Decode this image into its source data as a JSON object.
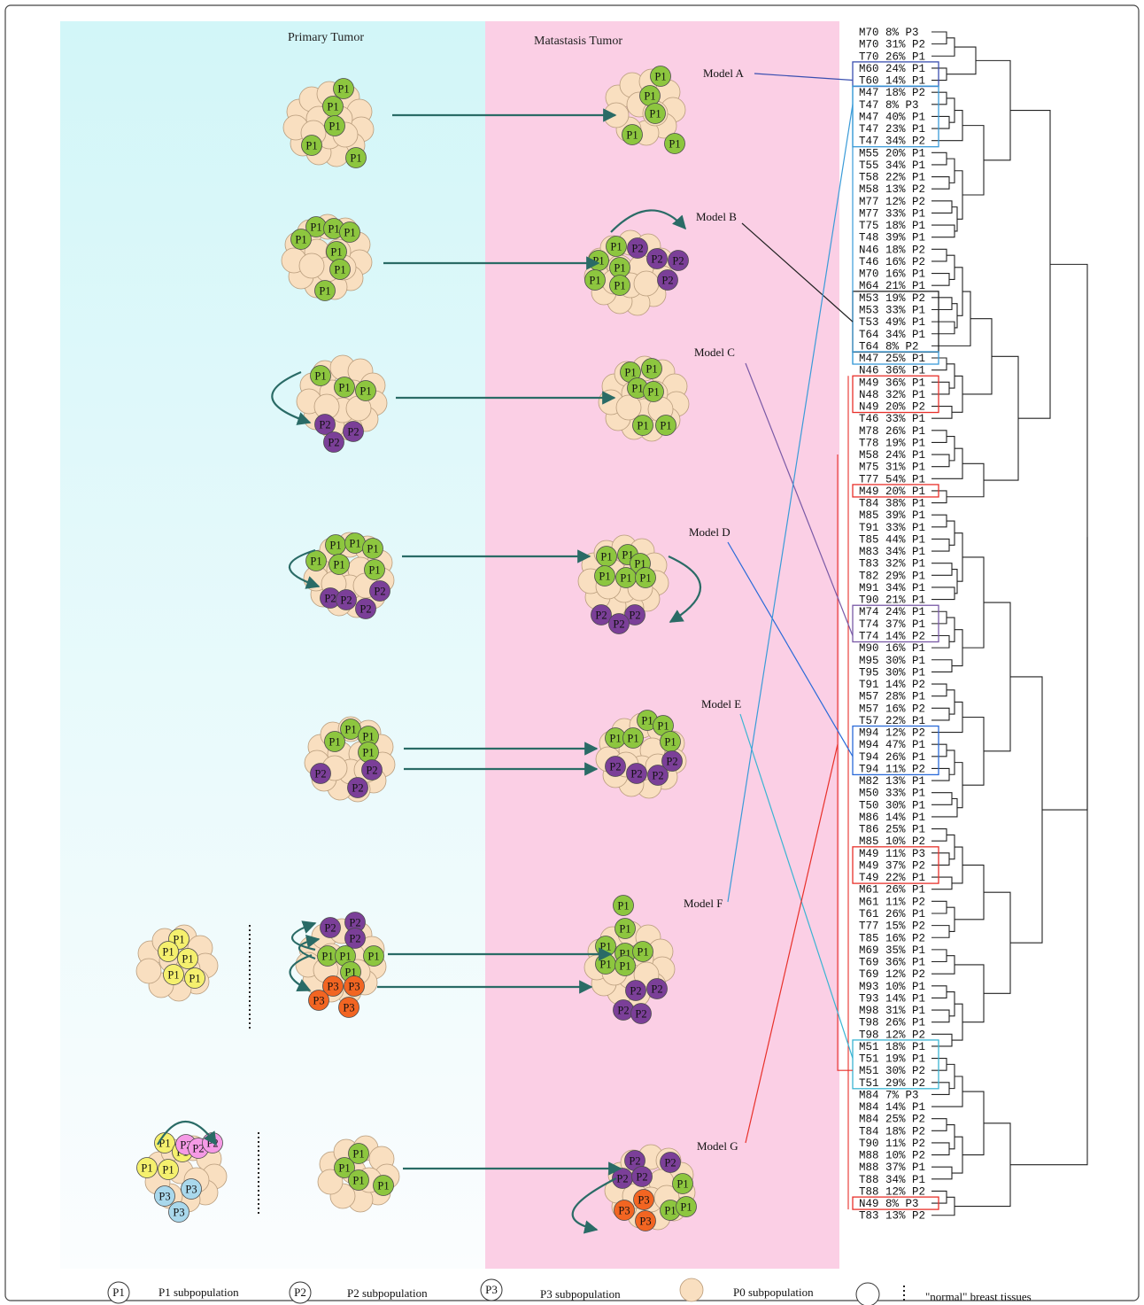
{
  "headers": {
    "primary": "Primary Tumor",
    "metastasis": "Matastasis Tumor"
  },
  "models": [
    "Model  A",
    "Model B",
    "Model C",
    "Model D",
    "Model E",
    "Model F",
    "Model G"
  ],
  "legend": [
    {
      "symbol": "P1",
      "label": "P1 subpopulation"
    },
    {
      "symbol": "P2",
      "label": "P2 subpopulation"
    },
    {
      "symbol": "P3",
      "label": "P3 subpopulation"
    },
    {
      "symbol": "",
      "label": "P0 subpopulation"
    },
    {
      "symbol": "",
      "label": "\"normal\" breast tissues"
    }
  ],
  "subpopulation_colors": {
    "P0": "#f9dfc0",
    "P1": "#8dc63f",
    "P2": "#7b3f98",
    "P3": "#f26522",
    "P1_alt": "#f5f06e",
    "P2_alt": "#f59ae5",
    "P3_alt": "#a9d8ec"
  },
  "panel_colors": {
    "primary": "#d4f6f8",
    "metastasis": "#fbcfe5"
  },
  "leaves": [
    "M70 8% P3",
    "M70 31% P2",
    "T70 26% P1",
    "M60 24% P1",
    "T60 14% P1",
    "M47 18% P2",
    "T47 8% P3",
    "M47 40% P1",
    "T47 23% P1",
    "T47 34% P2",
    "M55 20% P1",
    "T55 34% P1",
    "T58 22% P1",
    "M58 13% P2",
    "M77 12% P2",
    "M77 33% P1",
    "T75 18% P1",
    "T48 39% P1",
    "N46 18% P2",
    "T46 16% P2",
    "M70 16% P1",
    "M64 21% P1",
    "M53 19% P2",
    "M53 33% P1",
    "T53 49% P1",
    "T64 34% P1",
    "T64 8% P2",
    "M47 25% P1",
    "N46 36% P1",
    "M49 36% P1",
    "N48 32% P1",
    "N49 20% P2",
    "T46 33% P1",
    "M78 26% P1",
    "T78 19% P1",
    "M58 24% P1",
    "M75 31% P1",
    "T77 54% P1",
    "M49 20% P1",
    "T84 38% P1",
    "M85 39% P1",
    "T91 33% P1",
    "T85 44% P1",
    "M83 34% P1",
    "T83 32% P1",
    "T82 29% P1",
    "M91 34% P1",
    "T90 21% P1",
    "M74 24% P1",
    "T74 37% P1",
    "T74 14% P2",
    "M90 16% P1",
    "M95 30% P1",
    "T95 30% P1",
    "T91 14% P2",
    "M57 28% P1",
    "M57 16% P2",
    "T57 22% P1",
    "M94 12% P2",
    "M94 47% P1",
    "T94 26% P1",
    "T94 11% P2",
    "M82 13% P1",
    "M50 33% P1",
    "T50 30% P1",
    "M86 14% P1",
    "T86 25% P1",
    "M85 10% P2",
    "M49 11% P3",
    "M49 37% P2",
    "T49 22% P1",
    "M61 26% P1",
    "M61 11% P2",
    "T61 26% P1",
    "T77 15% P2",
    "T85 16% P2",
    "M69 35% P1",
    "T69 36% P1",
    "T69 12% P2",
    "M93 10% P1",
    "T93 14% P1",
    "M98 31% P1",
    "T98 26% P1",
    "T98 12% P2",
    "M51 18% P1",
    "T51 19% P1",
    "M51 30% P2",
    "T51 29% P2",
    "M84 7% P3",
    "M84 14% P1",
    "M84 25% P2",
    "T84 18% P2",
    "T90 11% P2",
    "M88 10% P2",
    "M88 37% P1",
    "T88 34% P1",
    "T88 12% P2",
    "N49 8% P3",
    "T83 13% P2"
  ]
}
